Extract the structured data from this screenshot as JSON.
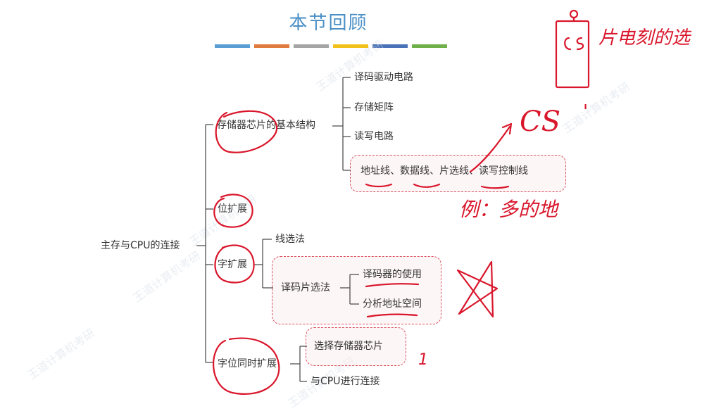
{
  "title": "本节回顾",
  "title_bar_colors": [
    "#5a9fd4",
    "#e07b3e",
    "#a5a5a5",
    "#f2c21b",
    "#4a72b8",
    "#70b04a"
  ],
  "accent_color": "#d94f5c",
  "ink_color": "#d9162b",
  "root": "主存与CPU的连接",
  "branches": {
    "chip_structure": {
      "label": "存储器芯片的基本结构",
      "children": [
        "译码驱动电路",
        "存储矩阵",
        "读写电路",
        "地址线、数据线、片选线、读写控制线"
      ]
    },
    "bit_expand": {
      "label": "位扩展"
    },
    "word_expand": {
      "label": "字扩展",
      "children": [
        "线选法",
        "译码片选法"
      ],
      "decode_children": [
        "译码器的使用",
        "分析地址空间"
      ]
    },
    "bitword_expand": {
      "label": "字位同时扩展",
      "children": [
        "选择存储器芯片",
        "与CPU进行连接"
      ]
    }
  },
  "annotations": {
    "chip_note": "片电刻的选",
    "cs": "CS",
    "cs_mark": "'",
    "example": "例：多的地",
    "one": "1"
  },
  "watermark": "王道计算机考研"
}
